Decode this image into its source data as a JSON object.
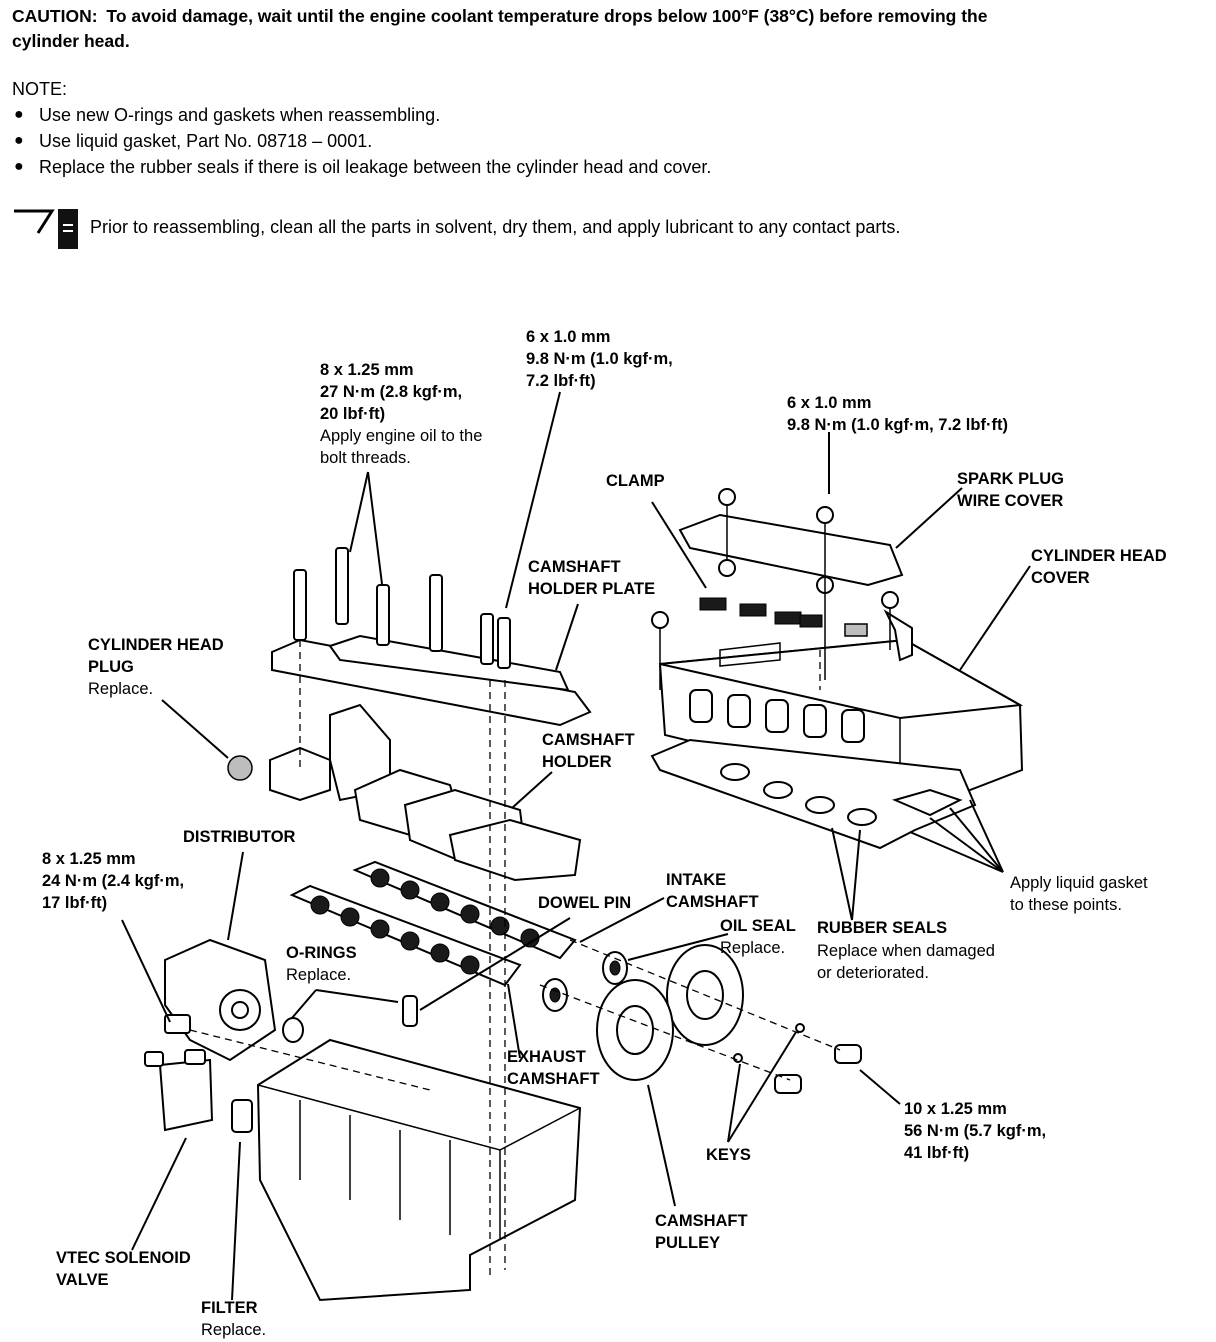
{
  "caution": {
    "label": "CAUTION:",
    "text_line1": "To avoid damage, wait until the engine coolant temperature drops below 100°F (38°C) before removing the",
    "text_line2": "cylinder head."
  },
  "note": {
    "title": "NOTE:",
    "items": [
      "Use new O-rings and gaskets when reassembling.",
      "Use liquid gasket, Part No. 08718 – 0001.",
      "Replace the rubber seals if there is oil leakage between the cylinder head and cover."
    ]
  },
  "prior_note": "Prior to reassembling, clean all the parts in solvent, dry them, and apply lubricant to any contact parts.",
  "labels": {
    "spec_8x125_27": [
      "8 x 1.25 mm",
      "27 N·m (2.8 kgf·m,",
      "20 lbf·ft)"
    ],
    "spec_8x125_27_note": [
      "Apply engine oil to the",
      "bolt threads."
    ],
    "spec_6x10_holder": [
      "6 x 1.0 mm",
      "9.8 N·m (1.0 kgf·m,",
      "7.2 lbf·ft)"
    ],
    "spec_6x10_cover": [
      "6 x 1.0 mm",
      "9.8 N·m (1.0 kgf·m, 7.2 lbf·ft)"
    ],
    "clamp": "CLAMP",
    "spark_plug_wire_cover": [
      "SPARK PLUG",
      "WIRE COVER"
    ],
    "cylinder_head_cover": [
      "CYLINDER HEAD",
      "COVER"
    ],
    "camshaft_holder_plate": [
      "CAMSHAFT",
      "HOLDER PLATE"
    ],
    "cylinder_head_plug": [
      "CYLINDER HEAD",
      "PLUG"
    ],
    "cylinder_head_plug_note": "Replace.",
    "camshaft_holder": [
      "CAMSHAFT",
      "HOLDER"
    ],
    "distributor": "DISTRIBUTOR",
    "spec_8x125_24": [
      "8 x 1.25 mm",
      "24 N·m (2.4 kgf·m,",
      "17 lbf·ft)"
    ],
    "intake_camshaft": [
      "INTAKE",
      "CAMSHAFT"
    ],
    "dowel_pin": "DOWEL PIN",
    "oil_seal": "OIL SEAL",
    "oil_seal_note": "Replace.",
    "o_rings": "O-RINGS",
    "o_rings_note": "Replace.",
    "rubber_seals": "RUBBER SEALS",
    "rubber_seals_note": [
      "Replace when damaged",
      "or deteriorated."
    ],
    "apply_liquid_gasket": [
      "Apply liquid gasket",
      "to these points."
    ],
    "exhaust_camshaft": [
      "EXHAUST",
      "CAMSHAFT"
    ],
    "spec_10x125": [
      "10 x 1.25 mm",
      "56 N·m (5.7 kgf·m,",
      "41 lbf·ft)"
    ],
    "keys": "KEYS",
    "camshaft_pulley": [
      "CAMSHAFT",
      "PULLEY"
    ],
    "vtec_solenoid_valve": [
      "VTEC SOLENOID",
      "VALVE"
    ],
    "filter": "FILTER",
    "filter_note": "Replace."
  }
}
